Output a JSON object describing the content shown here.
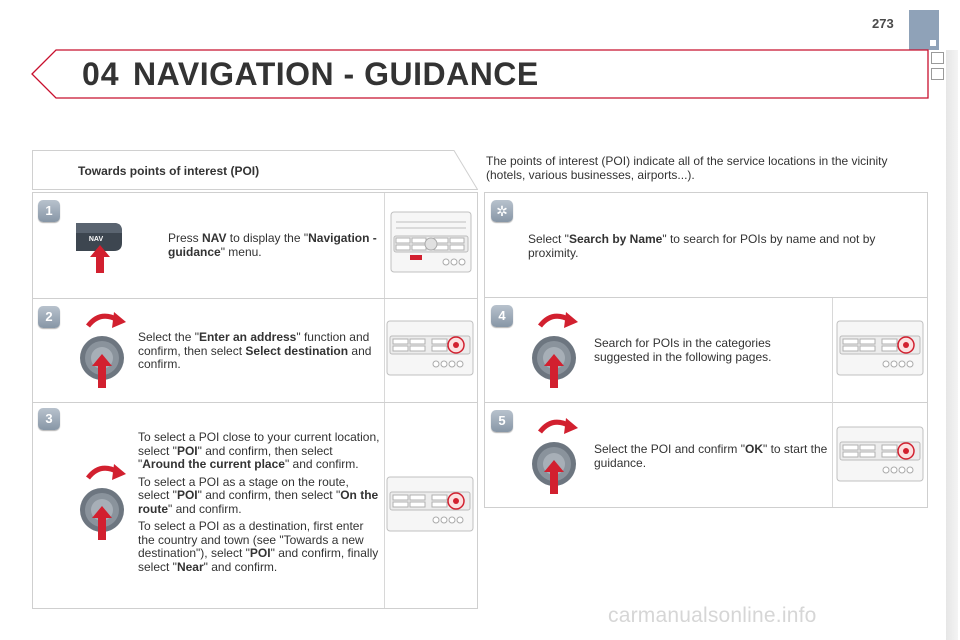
{
  "page": {
    "number": "273",
    "chapter_number": "04",
    "chapter_title": "NAVIGATION - GUIDANCE"
  },
  "section": {
    "title": "Towards points of interest (POI)",
    "intro": "The points of interest (POI) indicate all of the service locations in the vicinity (hotels, various businesses, airports...)."
  },
  "steps": {
    "s1": {
      "badge": "1",
      "key_label": "NAV",
      "t1": "Press ",
      "b1": "NAV",
      "t2": " to display the \"",
      "b2": "Navigation - guidance",
      "t3": "\" menu."
    },
    "s2": {
      "badge": "2",
      "t1": "Select the \"",
      "b1": "Enter an address",
      "t2": "\" function and confirm, then select ",
      "b2": "Select destination",
      "t3": " and confirm."
    },
    "s3": {
      "badge": "3",
      "p1_t1": "To select a POI close to your current location, select \"",
      "p1_b1": "POI",
      "p1_t2": "\" and confirm, then select \"",
      "p1_b2": "Around the current place",
      "p1_t3": "\" and confirm.",
      "p2_t1": "To select a POI as a stage on the route, select \"",
      "p2_b1": "POI",
      "p2_t2": "\" and confirm, then select \"",
      "p2_b2": "On the route",
      "p2_t3": "\" and confirm.",
      "p3_t1": "To select a POI as a destination, first enter the country and town (see \"Towards a new destination\"), select \"",
      "p3_b1": "POI",
      "p3_t2": "\" and confirm, finally select \"",
      "p3_b2": "Near",
      "p3_t3": "\" and confirm."
    },
    "s_gear": {
      "t1": "Select \"",
      "b1": "Search by Name",
      "t2": "\" to search for POIs by name and not by proximity."
    },
    "s4": {
      "badge": "4",
      "t1": "Search for POIs in the categories suggested in the following pages."
    },
    "s5": {
      "badge": "5",
      "t1": "Select the POI and confirm \"",
      "b1": "OK",
      "t2": "\" to start the guidance."
    }
  },
  "colors": {
    "header_red": "#c8102e",
    "accent_red": "#d2202f",
    "badge_gray": "#8796a6",
    "side_tab": "#8fa2b8"
  },
  "icons": {
    "knob": "rotary-knob-icon",
    "arrow": "rotate-arrow-icon",
    "gear": "gear-icon",
    "device": "radio-unit-icon"
  },
  "watermark": "carmanualsonline.info"
}
